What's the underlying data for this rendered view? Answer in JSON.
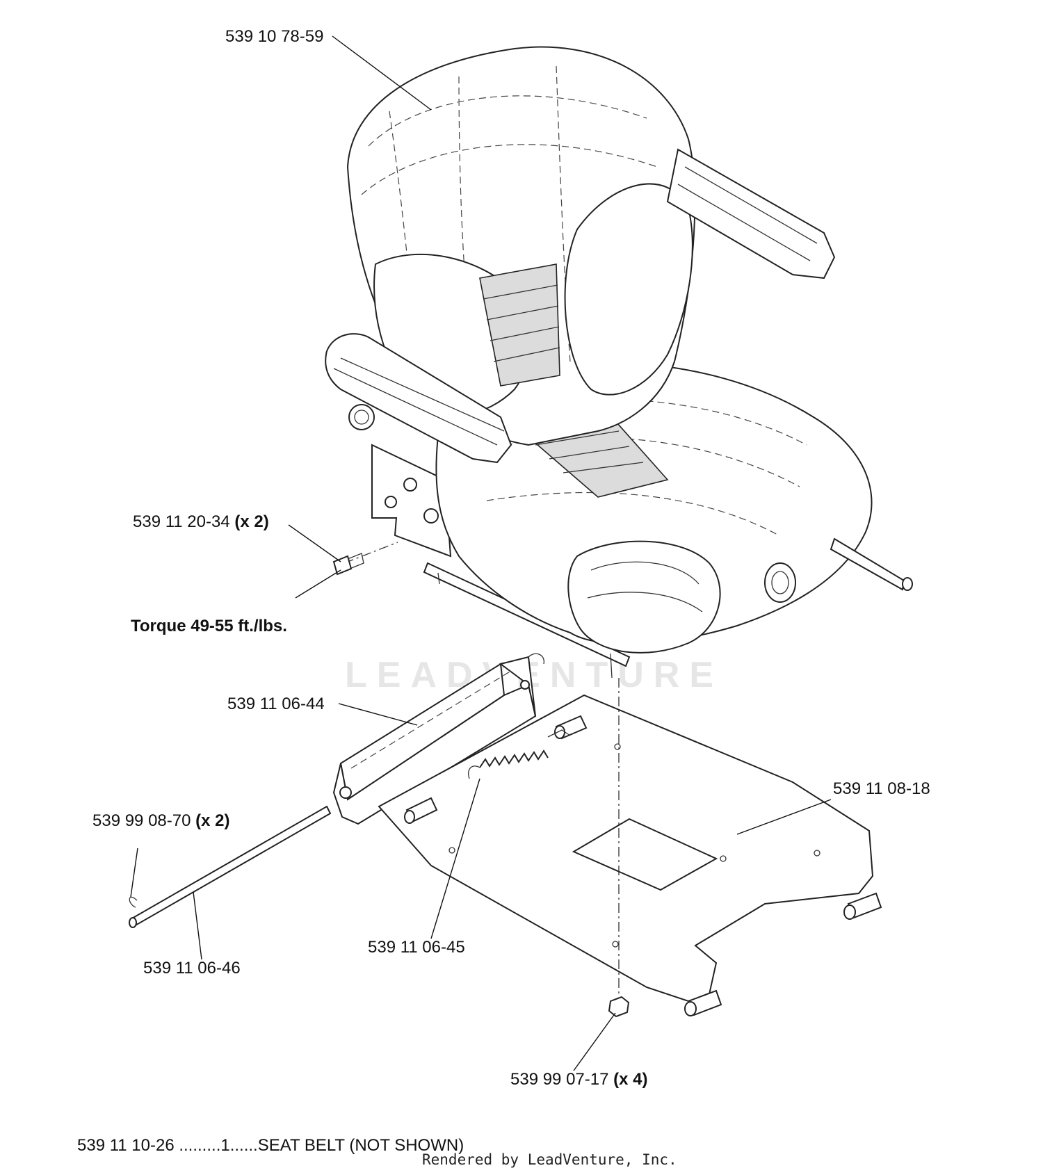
{
  "callouts": {
    "seat": "539 10 78-59",
    "bolt_num": "539 11 20-34",
    "bolt_qty": "(x 2)",
    "torque": "Torque 49-55 ft./lbs.",
    "bracket": "539 11 06-44",
    "base_plate": "539 11 08-18",
    "clip_num": "539 99 08-70",
    "clip_qty": "(x 2)",
    "spring": "539 11 06-45",
    "rod": "539 11 06-46",
    "nut_num": "539 99 07-17",
    "nut_qty": "(x 4)"
  },
  "footer": {
    "note": "539 11 10-26 .........1......SEAT BELT (NOT SHOWN)",
    "rendered_by": "Rendered by LeadVenture, Inc."
  },
  "watermark": {
    "text": "LEADVENTURE"
  }
}
